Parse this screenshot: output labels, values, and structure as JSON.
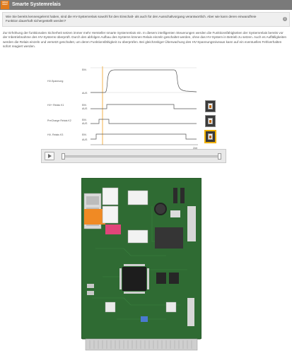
{
  "header": {
    "logo_text": "HIGH VOLT",
    "title": "Smarte Systemrelais"
  },
  "intro": {
    "text": "Wie Sie bereits kennengelernt haben, sind die HV-Systemrelais sowohl für den Einschalt- als auch für den Ausschaltvorgang verantwortlich. Aber wie kann deren einwandfreie Funktion dauerhaft sichergestellt werden?",
    "info_icon": "info-icon"
  },
  "description": "Zur Erhöhung der funktionalen Sicherheit setzen immer mehr Hersteller smarte Systemrelais ein. In diesem intelligenten Steuerungen werden die Funktionsfähigkeiten der Systemrelais bereits vor der Inbetriebnahme des HV-Systems überprüft. Durch den abfolgen Aufbau des Systems können Relais einzeln geschaltet werden, ohne das HV-System in Betrieb zu setzen. Auch es Auffälligkeiten werden die Relais einzeln und versetzt geschaltet, um deren Funktionsfähigkeit zu überprüfen. Bei gleichzeitiger Überwachung des HV-Spannungsniveaus kann auf ein eventuelles Fehlverhalten sofort reagiert werden.",
  "diagram": {
    "rows": [
      {
        "name": "HV-Spannung",
        "on": "EIN",
        "off": "AUS"
      },
      {
        "name": "HV+ Relais K1",
        "on": "EIN",
        "off": "AUS"
      },
      {
        "name": "PreCharge Relais K2",
        "on": "EIN",
        "off": "AUS"
      },
      {
        "name": "HV- Relais K3",
        "on": "EIN",
        "off": "AUS"
      }
    ],
    "time_label": "Zeit"
  },
  "player": {
    "play_icon": "play-icon",
    "progress": 0.0
  },
  "colors": {
    "titlebar": "#7a7a7a",
    "accent": "#e07a1a",
    "marker": "#f0a020",
    "pcb": "#2f6b33"
  }
}
